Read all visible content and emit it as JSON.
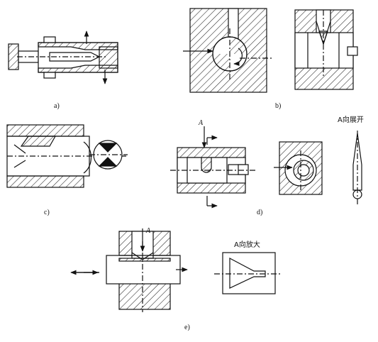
{
  "figure": {
    "captions": {
      "a": "a)",
      "b": "b)",
      "c": "c)",
      "d": "d)",
      "e": "e)"
    },
    "d_view_label": "A",
    "d_unfold_label": "A向展开",
    "e_view_label": "A",
    "e_enlarge_label": "A向放大"
  }
}
